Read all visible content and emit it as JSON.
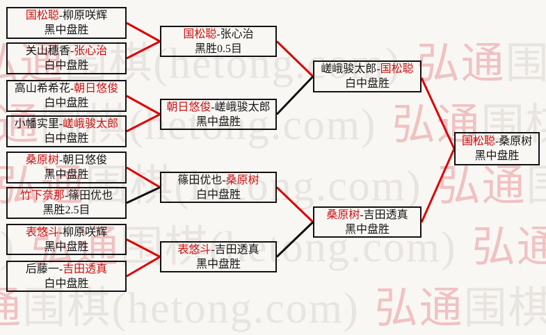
{
  "sep": "-",
  "watermark": {
    "brand_cn": "弘通",
    "brand_rest": "围棋(hetong.com)"
  },
  "rounds": {
    "r1": [
      {
        "a": "国松聪",
        "ac": "red",
        "b": "柳原咲辉",
        "bc": "black",
        "result": "黑中盘胜"
      },
      {
        "a": "关山穗香",
        "ac": "black",
        "b": "张心治",
        "bc": "red",
        "result": "白中盘胜"
      },
      {
        "a": "高山希希花",
        "ac": "black",
        "b": "朝日悠俊",
        "bc": "red",
        "result": "白中盘胜"
      },
      {
        "a": "小幡实里",
        "ac": "black",
        "b": "嵯峨骏太郎",
        "bc": "red",
        "result": "白中盘胜"
      },
      {
        "a": "桑原树",
        "ac": "red",
        "b": "朝日悠俊",
        "bc": "black",
        "result": "黑中盘胜"
      },
      {
        "a": "竹下奈那",
        "ac": "red",
        "b": "篠田优也",
        "bc": "black",
        "result": "黑胜2.5目"
      },
      {
        "a": "表悠斗",
        "ac": "red",
        "b": "柳原咲辉",
        "bc": "black",
        "result": "黑中盘胜"
      },
      {
        "a": "后藤一",
        "ac": "black",
        "b": "吉田透真",
        "bc": "red",
        "result": "白中盘胜"
      }
    ],
    "r2": [
      {
        "a": "国松聪",
        "ac": "red",
        "b": "张心治",
        "bc": "black",
        "result": "黑胜0.5目"
      },
      {
        "a": "朝日悠俊",
        "ac": "red",
        "b": "嵯峨骏太郎",
        "bc": "black",
        "result": "黑中盘胜"
      },
      {
        "a": "篠田优也",
        "ac": "black",
        "b": "桑原树",
        "bc": "red",
        "result": "白中盘胜"
      },
      {
        "a": "表悠斗",
        "ac": "red",
        "b": "吉田透真",
        "bc": "black",
        "result": "黑中盘胜"
      }
    ],
    "sf": [
      {
        "a": "嵯峨骏太郎",
        "ac": "black",
        "b": "国松聪",
        "bc": "red",
        "result": "白中盘胜"
      },
      {
        "a": "桑原树",
        "ac": "red",
        "b": "吉田透真",
        "bc": "black",
        "result": "黑中盘胜"
      }
    ],
    "final": {
      "a": "国松聪",
      "ac": "red",
      "b": "桑原树",
      "bc": "black",
      "result": "黑中盘胜"
    }
  },
  "connectors": {
    "c1": "#dd0000",
    "c2": "#dd0000",
    "c3": "#dd0000",
    "c4": "#dd0000",
    "c5": "#dd0000",
    "c6": "#111111",
    "c7": "#dd0000",
    "c8": "#dd0000",
    "c9": "#dd0000",
    "c10": "#111111",
    "c11": "#dd0000",
    "c12": "#111111",
    "c13": "#dd0000",
    "c14": "#dd0000"
  }
}
